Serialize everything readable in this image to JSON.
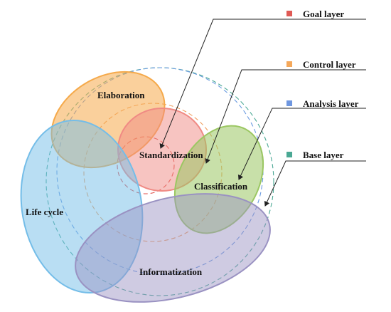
{
  "ellipses": {
    "elaboration": {
      "label": "Elaboration",
      "color": "#f5a94a"
    },
    "standardization": {
      "label": "Standardization",
      "color": "#f08a84"
    },
    "classification": {
      "label": "Classification",
      "color": "#9bc762"
    },
    "life_cycle": {
      "label": "Life cycle",
      "color": "#74bde8"
    },
    "informatization": {
      "label": "Informatization",
      "color": "#9a92c2"
    }
  },
  "rings": [
    {
      "name": "goal",
      "color": "#e0504a"
    },
    {
      "name": "control",
      "color": "#f0a060"
    },
    {
      "name": "analysis",
      "color": "#6a9ae0"
    },
    {
      "name": "base",
      "color": "#4aa894"
    }
  ],
  "legend": [
    {
      "label": "Goal layer",
      "color": "#e05a55"
    },
    {
      "label": "Control layer",
      "color": "#f5a85a"
    },
    {
      "label": "Analysis layer",
      "color": "#6f97e0"
    },
    {
      "label": "Base layer",
      "color": "#4aa894"
    }
  ]
}
